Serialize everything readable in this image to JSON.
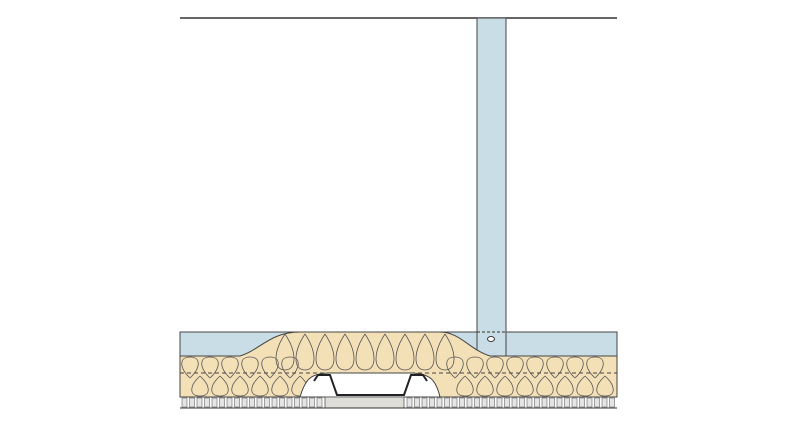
{
  "diagram": {
    "colors": {
      "board": "#c9dde6",
      "insulation": "#f4e0b7",
      "outline": "#333333",
      "batten": "#e4e4e4",
      "panel": "#deddd8",
      "background": "#ffffff"
    },
    "components": [
      "ceiling-line",
      "vertical-stud",
      "board-layer",
      "insulation-layer",
      "hat-channel",
      "batten-strip"
    ]
  }
}
